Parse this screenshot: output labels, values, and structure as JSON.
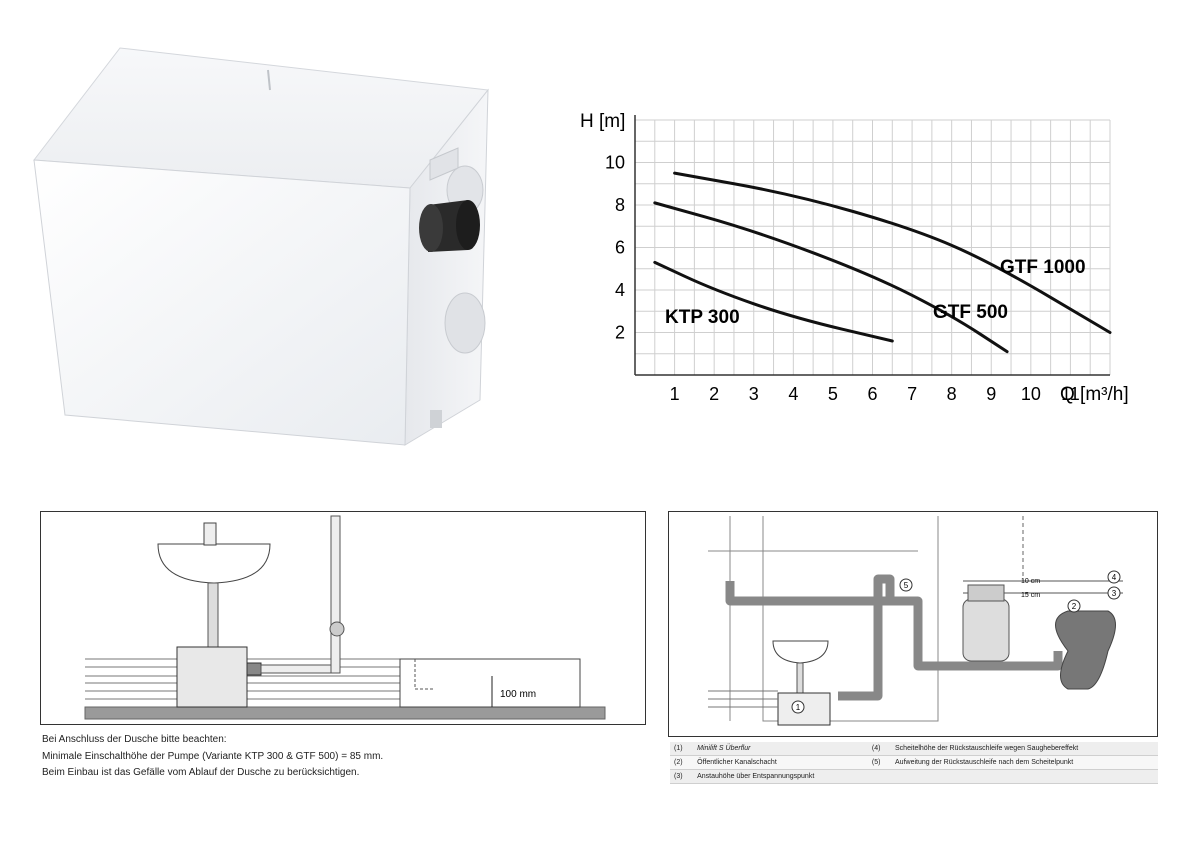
{
  "chart_data": {
    "type": "line",
    "xlabel": "Q [m³/h]",
    "ylabel": "H [m]",
    "xlim": [
      0,
      12
    ],
    "ylim": [
      0,
      12
    ],
    "x_ticks": [
      "1",
      "2",
      "3",
      "4",
      "5",
      "6",
      "7",
      "8",
      "9",
      "10",
      "11"
    ],
    "y_ticks": [
      "2",
      "4",
      "6",
      "8",
      "10"
    ],
    "grid": true,
    "series": [
      {
        "name": "KTP 300",
        "points": [
          [
            0.5,
            5.3
          ],
          [
            2,
            4.0
          ],
          [
            4,
            2.7
          ],
          [
            6.5,
            1.6
          ]
        ]
      },
      {
        "name": "GTF 500",
        "points": [
          [
            0.5,
            8.1
          ],
          [
            3,
            6.8
          ],
          [
            6,
            4.7
          ],
          [
            8,
            2.8
          ],
          [
            9.4,
            1.1
          ]
        ]
      },
      {
        "name": "GTF 1000",
        "points": [
          [
            1,
            9.5
          ],
          [
            4,
            8.5
          ],
          [
            7,
            6.9
          ],
          [
            9,
            5.3
          ],
          [
            12,
            2.0
          ]
        ]
      }
    ]
  },
  "install_left": {
    "dimension_label": "100 mm"
  },
  "notes": [
    "Bei Anschluss der Dusche bitte beachten:",
    "Minimale Einschalthöhe der Pumpe (Variante KTP 300 & GTF 500) = 85 mm.",
    "Beim Einbau ist das Gefälle vom Ablauf der Dusche zu berücksichtigen."
  ],
  "install_right": {
    "callouts": [
      "1",
      "2",
      "3",
      "4",
      "5"
    ],
    "dim_10": "10 cm",
    "dim_15": "15 cm"
  },
  "legend": [
    {
      "num": "(1)",
      "text": "Minilift S Überflur",
      "num2": "(4)",
      "text2": "Scheitelhöhe der Rückstauschleife wegen Saughebereffekt"
    },
    {
      "num": "(2)",
      "text": "Öffentlicher Kanalschacht",
      "num2": "(5)",
      "text2": "Aufweitung der Rückstauschleife nach dem Scheitelpunkt"
    },
    {
      "num": "(3)",
      "text": "Anstauhöhe über Entspannungspunkt",
      "num2": "",
      "text2": ""
    }
  ]
}
